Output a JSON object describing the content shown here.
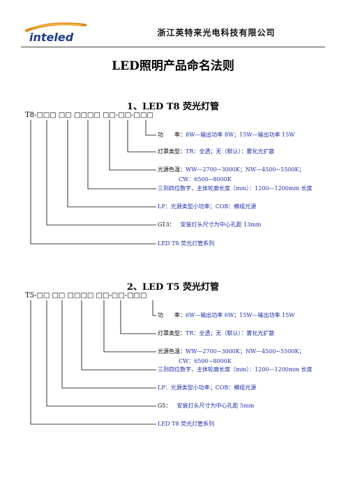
{
  "header": {
    "logo_text": "inteled",
    "company": "浙江英特来光电科技有限公司"
  },
  "title": "LED照明产品命名法则",
  "sections": [
    {
      "title": "1、LED T8 荧光灯管",
      "code": "T8-□□□ □□ □□□□ □□-□□-□□□",
      "labels": {
        "power_key": "功　　率：",
        "power_val": "8W—输出功率 8W；15W—输出功率 15W",
        "shade_key": "灯罩类型：",
        "shade_val": "TR：全透；无（默认）：雾化光扩散",
        "cct_key": "光源色温：",
        "cct_val": "WW—2700~3000K；NW—4500~5500K；",
        "cct_val2": "CW：6500~8000K",
        "length": "三到四位数字，主体轮廓长度（mm）：1200—1200mm 长度",
        "source": "LP：光源类型小功率；COB：模组光源",
        "cap_key": "G13：",
        "cap_val": "安装灯头尺寸为中心孔距 13mm",
        "series": "LED T8 荧光灯管系列"
      }
    },
    {
      "title": "2、LED T5 荧光灯管",
      "code": "T5-□□ □□ □□□□ □□-□□-□□□",
      "labels": {
        "power_key": "功　　率：",
        "power_val": "6W—输出功率 6W；15W—输出功率 15W",
        "shade_key": "灯罩类型：",
        "shade_val": "TR：全透；无（默认）：雾化光扩散",
        "cct_key": "光源色温：",
        "cct_val": "WW—2700~3000K；NW—4500~5500K；",
        "cct_val2": "CW：6500~8000K",
        "length": "三到四位数字，主体轮廓长度（mm）：1200—1200mm 长度",
        "source": "LP：光源类型小功率；COB：模组光源",
        "cap_key": "G5：",
        "cap_val": "安装灯头尺寸为中心孔距 5mm",
        "series": "LED T8 荧光灯管系列"
      }
    }
  ]
}
